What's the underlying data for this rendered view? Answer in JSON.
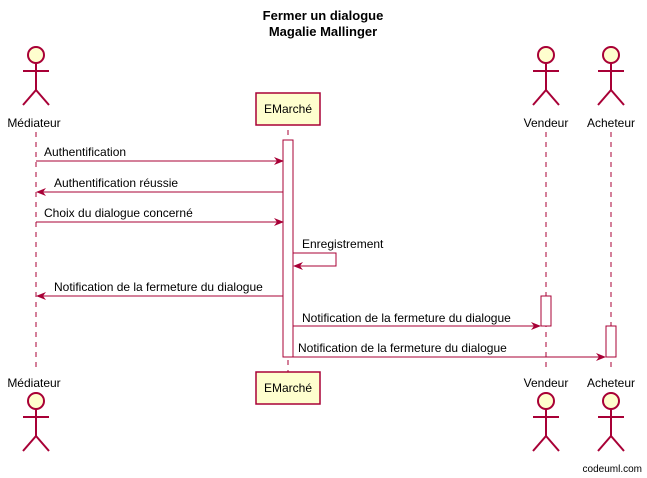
{
  "title_line1": "Fermer un dialogue",
  "title_line2": "Magalie Mallinger",
  "participants": {
    "mediateur": "Médiateur",
    "emarche": "EMarché",
    "vendeur": "Vendeur",
    "acheteur": "Acheteur"
  },
  "messages": [
    "Authentification",
    "Authentification réussie",
    "Choix du dialogue concerné",
    "Enregistrement",
    "Notification de la fermeture du dialogue",
    "Notification de la fermeture du dialogue",
    "Notification de la fermeture du dialogue"
  ],
  "footer": "codeuml.com",
  "colors": {
    "line": "#a80036",
    "actor_fill": "#fefece",
    "actor_stroke": "#a80036",
    "box_fill": "#fefece"
  }
}
